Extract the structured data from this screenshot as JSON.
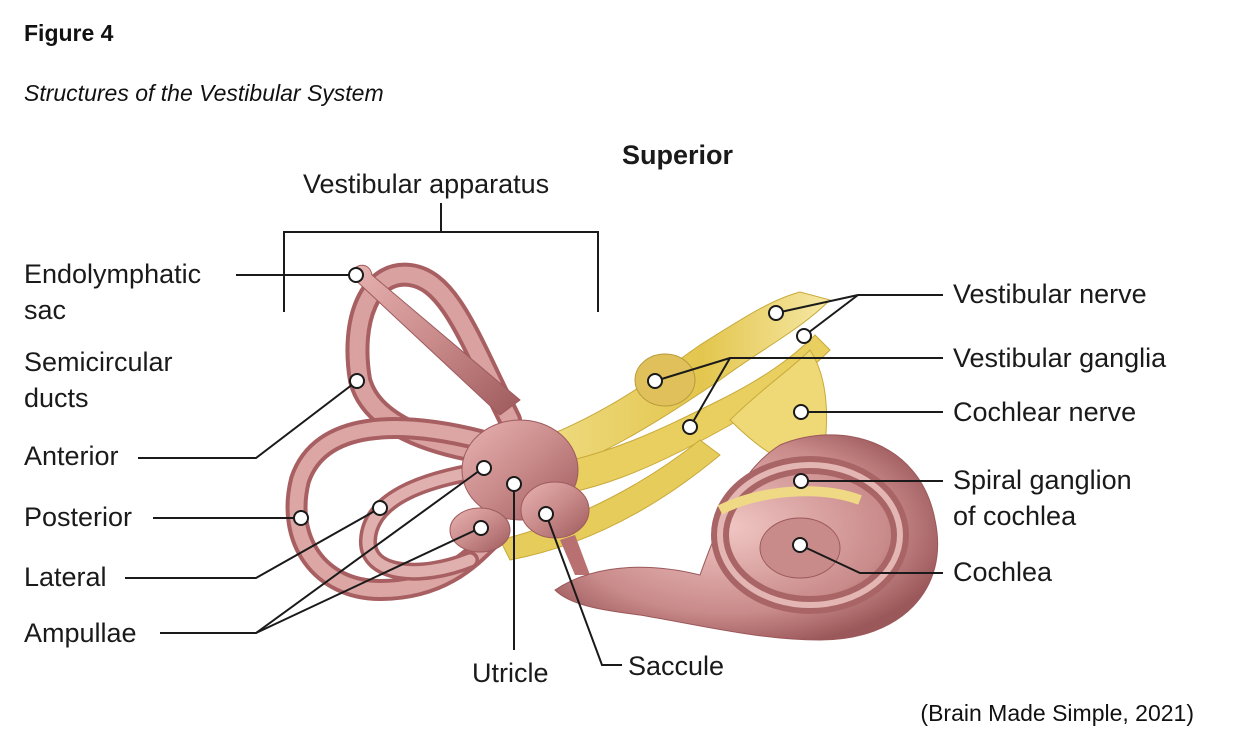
{
  "figure": {
    "label": "Figure 4",
    "title": "Structures of the Vestibular System",
    "citation": "(Brain Made Simple, 2021)"
  },
  "orientation": "Superior",
  "group_label": "Vestibular apparatus",
  "labels": {
    "endolymphatic_1": "Endolymphatic",
    "endolymphatic_2": "sac",
    "semicircular_1": "Semicircular",
    "semicircular_2": "ducts",
    "anterior": "Anterior",
    "posterior": "Posterior",
    "lateral": "Lateral",
    "ampullae": "Ampullae",
    "utricle": "Utricle",
    "saccule": "Saccule",
    "vestibular_nerve": "Vestibular nerve",
    "vestibular_ganglia": "Vestibular ganglia",
    "cochlear_nerve": "Cochlear nerve",
    "spiral_1": "Spiral ganglion",
    "spiral_2": "of cochlea",
    "cochlea": "Cochlea"
  },
  "colors": {
    "membrane": "#c98a8a",
    "membrane_dark": "#a85f62",
    "nerve": "#e8cf5c",
    "leader": "#1a1a1a"
  }
}
